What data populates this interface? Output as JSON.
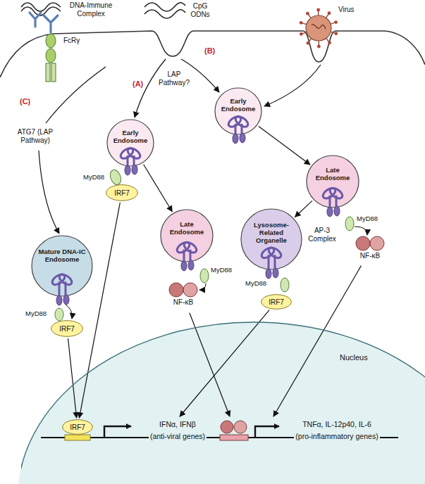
{
  "diagram": {
    "nodes": [
      {
        "text": [
          "Early Endosome"
        ]
      },
      {
        "text": [
          "Early Endosome"
        ]
      },
      {
        "text": [
          "Late Endosome"
        ]
      },
      {
        "text": [
          "IRF7"
        ]
      },
      {
        "text": [
          "Late Endosome"
        ]
      },
      {
        "text": [
          "Lysosome-Related Organelle"
        ]
      },
      {
        "text": [
          "Mature DNA-IC Endosome"
        ]
      },
      {
        "text": [
          "NF-κB"
        ]
      },
      {
        "text": [
          "NF-κB"
        ]
      },
      {
        "text": [
          "IRF7"
        ]
      },
      {
        "text": [
          "IRF7"
        ]
      },
      {
        "text": [
          "Nucleus"
        ]
      },
      {
        "text": [
          "IRF7"
        ],
        "in": 11
      }
    ],
    "edges": [
      {
        "from": 0,
        "to": 4,
        "arrow": "to"
      },
      {
        "from": 1,
        "to": 2,
        "arrow": "to"
      },
      {
        "from": 2,
        "to": 5,
        "arrow": "to"
      },
      {
        "from": 10,
        "to": 12,
        "arrow": "to"
      },
      {
        "from": 3,
        "to": 12,
        "arrow": "to"
      },
      {
        "from": 9,
        "to": 11,
        "arrow": "to"
      },
      {
        "from": 8,
        "to": 11,
        "arrow": "to"
      },
      {
        "from": 7,
        "to": 11,
        "arrow": "to"
      }
    ],
    "labels": [
      "DNA-Immune Complex",
      "FcRγ",
      "CpG ODNs",
      "Virus",
      "LAP Pathway?",
      "(A)",
      "(B)",
      "(C)",
      "ATG7 (LAP Pathway)",
      "MyD88",
      "MyD88",
      "MyD88",
      "MyD88",
      "MyD88",
      "AP-3 Complex",
      "IFNα, IFNβ",
      "(anti-viral genes)",
      "TNFα, IL-12p40, IL-6",
      "(pro-inflammatory genes)"
    ]
  }
}
